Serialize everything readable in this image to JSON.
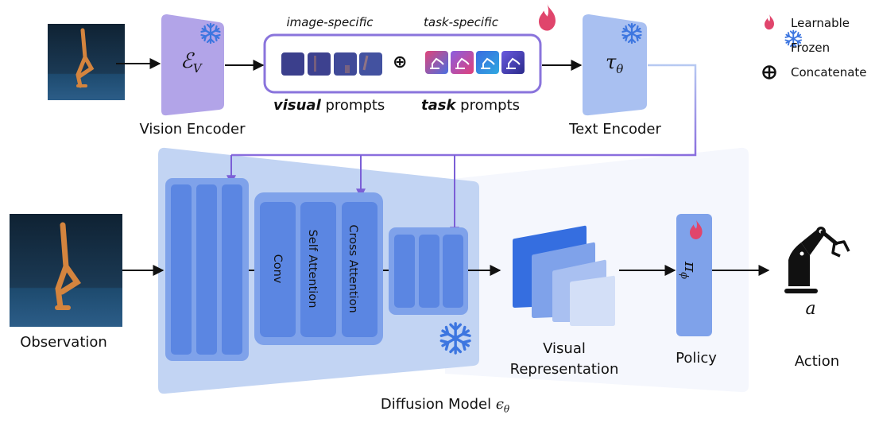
{
  "vision_encoder": {
    "symbol": "ℰ",
    "subscript": "V",
    "label": "Vision Encoder",
    "state": "frozen"
  },
  "prompt_box": {
    "image_specific_label": "image-specific",
    "task_specific_label": "task-specific",
    "visual_prompts_bold": "visual",
    "visual_prompts_rest": " prompts",
    "task_prompts_bold": "task",
    "task_prompts_rest": " prompts",
    "concat_symbol": "⊕",
    "state": "learnable",
    "visual_prompt_count": 4,
    "task_prompt_count": 4
  },
  "text_encoder": {
    "symbol": "τ",
    "subscript": "θ",
    "label": "Text Encoder",
    "state": "frozen"
  },
  "legend": {
    "items": [
      {
        "icon": "flame-icon",
        "label": "Learnable"
      },
      {
        "icon": "snowflake-icon",
        "label": "Frozen"
      },
      {
        "icon": "concatenate-icon",
        "label": "Concatenate"
      }
    ]
  },
  "observation": {
    "label": "Observation"
  },
  "diffusion_model": {
    "label": "Diffusion Model ",
    "symbol": "ϵ",
    "subscript": "θ",
    "blocks": {
      "conv": "Conv",
      "self_attention": "Self Attention",
      "cross_attention": "Cross Attention"
    },
    "state": "frozen"
  },
  "visual_representation": {
    "label_line1": "Visual",
    "label_line2": "Representation"
  },
  "policy": {
    "symbol": "π",
    "subscript": "ϕ",
    "label": "Policy",
    "state": "learnable"
  },
  "action": {
    "symbol": "a",
    "label": "Action"
  },
  "colors": {
    "vision_encoder": "#b2a4e8",
    "text_encoder": "#a9c0f1",
    "prompt_border": "#8a74dc",
    "flame": "#e0456c",
    "snowflake": "#3d76e0",
    "diffusion_bg": "#c2d4f3",
    "block_outer": "#7fa2ea",
    "block_inner": "#5b86e2",
    "panel_bg": "#f5f7fd",
    "policy": "#7fa2ea",
    "arrow": "#111111",
    "cond_arrow": "#7b5fd6"
  }
}
